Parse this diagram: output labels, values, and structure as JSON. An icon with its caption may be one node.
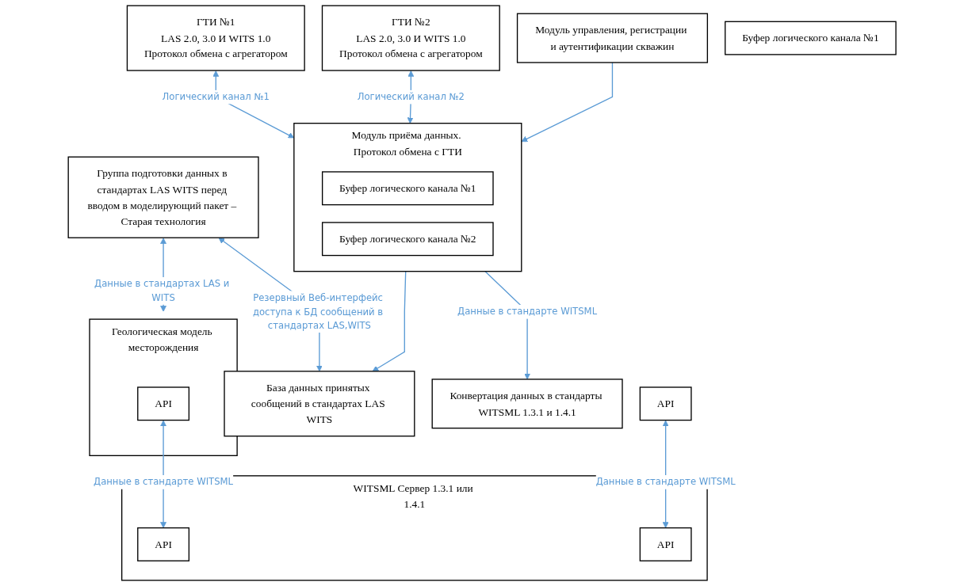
{
  "diagram": {
    "nodes": [
      {
        "text": [
          "ГТИ №1",
          "LAS 2.0, 3.0 И WITS 1.0",
          "Протокол обмена с агрегатором"
        ]
      },
      {
        "text": [
          "ГТИ №2",
          "LAS 2.0, 3.0 И WITS 1.0",
          "Протокол обмена с агрегатором"
        ]
      },
      {
        "text": [
          "Группа подготовки данных в стандартах LAS WITS перед вводом в моделирующий пакет – Старая технология"
        ]
      },
      {
        "text": [
          "Модуль управления, регистрации и аутентификации скважин"
        ]
      },
      {
        "text": [
          "Модуль приёма данных. Протокол обмена с ГТИ"
        ]
      },
      {
        "text": [
          "Буфер логического канала №1"
        ],
        "in": 4
      },
      {
        "text": [
          "Буфер логического канала №2"
        ],
        "in": 4
      },
      {
        "text": [
          "База данных принятых сообщений в стандартах LAS WITS"
        ]
      },
      {
        "text": [
          "Геологическая модель месторождения"
        ]
      },
      {
        "text": [
          "API"
        ],
        "in": 8
      },
      {
        "text": [
          "Конвертация данных в стандарты WITSML 1.3.1 и 1.4.1"
        ]
      },
      {
        "text": [
          "API"
        ]
      },
      {
        "text": [
          "WITSML Сервер 1.3.1 или 1.4.1"
        ]
      },
      {
        "text": [
          "API"
        ],
        "in": 12
      },
      {
        "text": [
          "API"
        ],
        "in": 12
      },
      {
        "text": [
          "Буфер логического канала №1"
        ]
      }
    ],
    "edges": [
      {
        "from": 0,
        "to": 4,
        "arrow": "both",
        "label": "Логический канал №1"
      },
      {
        "from": 1,
        "to": 4,
        "arrow": "both",
        "label": "Логический канал №2"
      },
      {
        "from": 2,
        "to": 7,
        "arrow": "both",
        "label": "Резервный Веб-интерфейс доступа к БД сообщений в стандартах LAS,WITS"
      },
      {
        "from": 3,
        "to": 4,
        "arrow": "to"
      },
      {
        "from": 4,
        "to": 7,
        "arrow": "to"
      },
      {
        "from": 2,
        "to": 8,
        "arrow": "both",
        "label": "Данные в стандартах LAS и WITS"
      },
      {
        "from": 9,
        "to": 13,
        "arrow": "both",
        "label": "Данные в стандарте WITSML"
      },
      {
        "from": 4,
        "to": 10,
        "arrow": "to",
        "label": "Данные в стандарте WITSML"
      },
      {
        "from": 11,
        "to": 14,
        "arrow": "both",
        "label": "Данные в стандарте WITSML"
      }
    ]
  }
}
